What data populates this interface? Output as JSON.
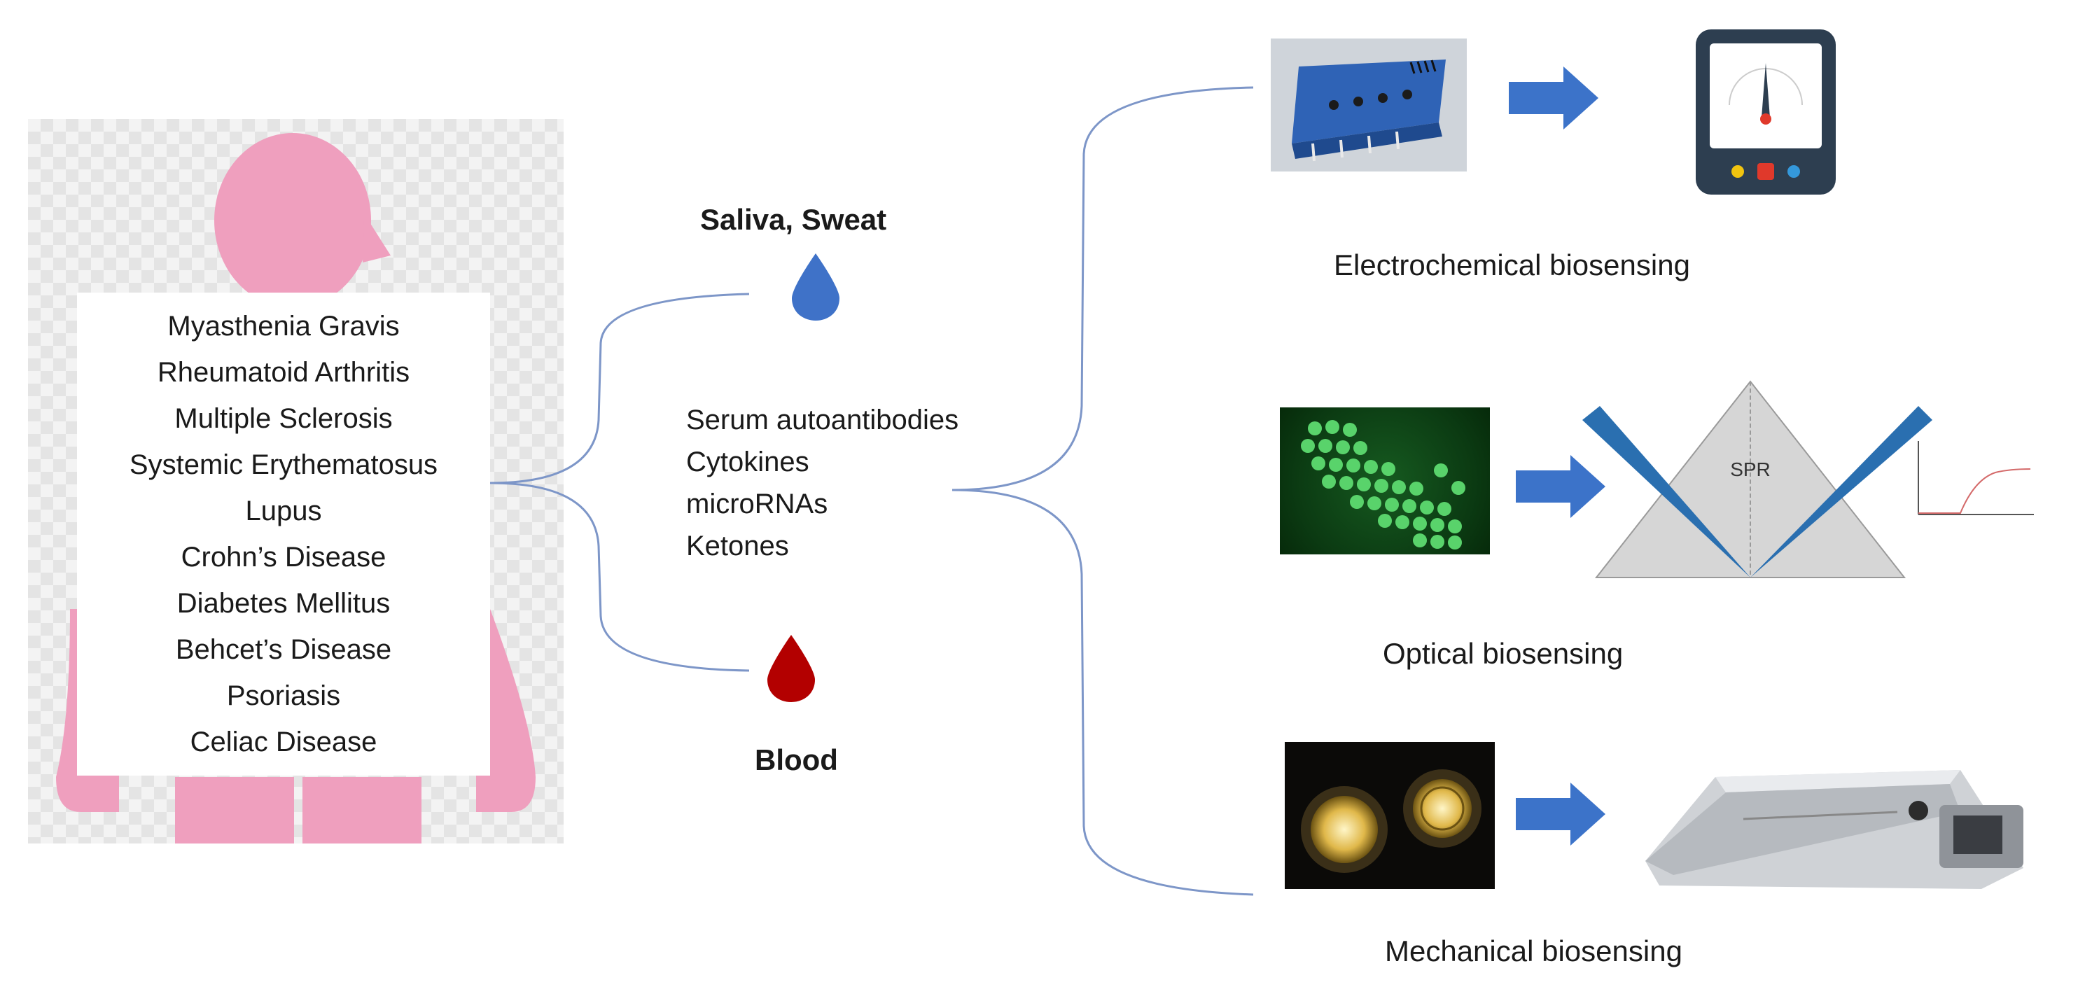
{
  "diseases": [
    "Myasthenia Gravis",
    "Rheumatoid Arthritis",
    "Multiple Sclerosis",
    "Systemic Erythematosus",
    "Lupus",
    "Crohn’s Disease",
    "Diabetes Mellitus",
    "Behcet’s Disease",
    "Psoriasis",
    "Celiac Disease"
  ],
  "samples": {
    "top": "Saliva, Sweat",
    "bottom": "Blood"
  },
  "biomarkers": [
    "Serum autoantibodies",
    "Cytokines",
    "microRNAs",
    "Ketones"
  ],
  "methods": {
    "electrochemical": "Electrochemical biosensing",
    "optical": "Optical biosensing",
    "mechanical": "Mechanical biosensing"
  },
  "spr_label": "SPR",
  "colors": {
    "silhouette": "#ef9fbe",
    "sweat_drop": "#3f72c8",
    "blood_drop": "#b30000",
    "arrow": "#3c73c9",
    "bracket": "#7d96c8",
    "prism": "#d6d6d6",
    "beam": "#2a6fb0"
  }
}
